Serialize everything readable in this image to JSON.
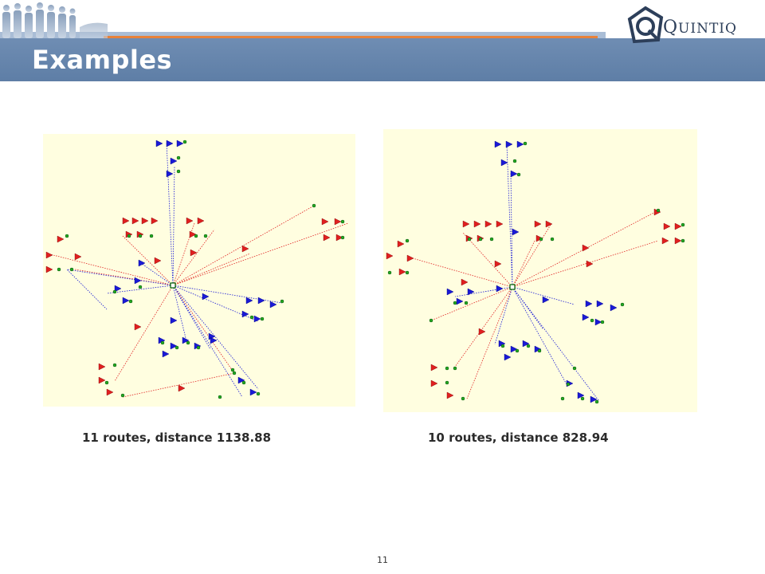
{
  "slide": {
    "title": "Examples",
    "page_number": "11",
    "logo_text_first": "Q",
    "logo_text_rest": "UINTIQ"
  },
  "figures": [
    {
      "caption": "11 routes, distance 1138.88"
    },
    {
      "caption": "10 routes, distance 828.94"
    }
  ],
  "colors": {
    "header_bar": "#6b89b0",
    "accent_orange": "#e8823a",
    "map_background": "#fffee0",
    "route_red": "#e02020",
    "route_blue": "#1a1ad6",
    "customer_green": "#22aa22"
  }
}
